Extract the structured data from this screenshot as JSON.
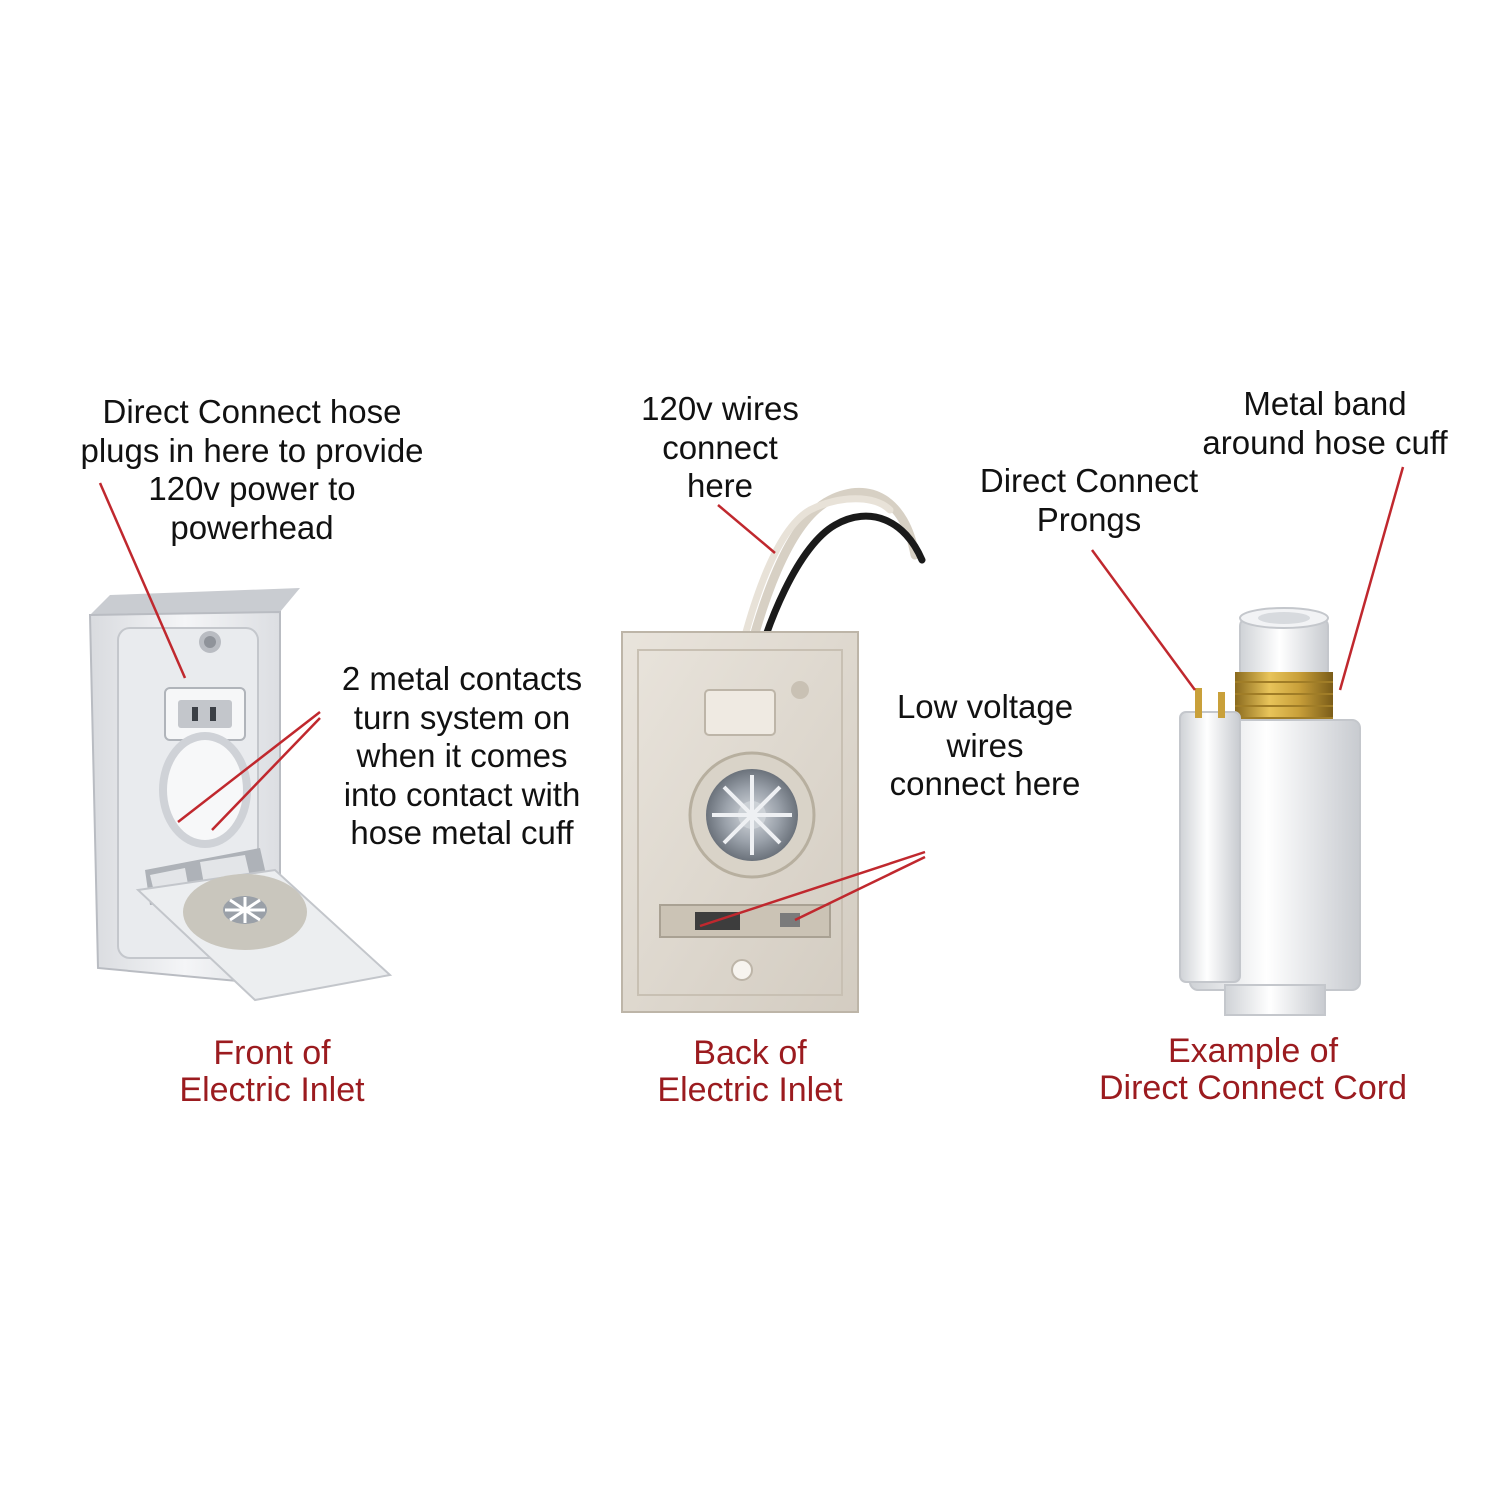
{
  "annotations": {
    "hose_plug": [
      "Direct Connect hose",
      "plugs in here to provide",
      "120v power to",
      "powerhead"
    ],
    "metal_contacts": [
      "2 metal contacts",
      "turn system on",
      "when it comes",
      "into contact with",
      "hose metal cuff"
    ],
    "wires_120v": [
      "120v wires",
      "connect",
      "here"
    ],
    "low_voltage": [
      "Low voltage",
      "wires",
      "connect here"
    ],
    "prongs": [
      "Direct Connect",
      "Prongs"
    ],
    "metal_band": [
      "Metal band",
      "around hose cuff"
    ]
  },
  "captions": {
    "front": [
      "Front of",
      "Electric Inlet"
    ],
    "back": [
      "Back of",
      "Electric Inlet"
    ],
    "cord": [
      "Example of",
      "Direct Connect Cord"
    ]
  },
  "colors": {
    "caption": "#9b1b1f",
    "leader_line": "#c0282e",
    "text": "#111111",
    "brass_band": "#c9a03a"
  }
}
